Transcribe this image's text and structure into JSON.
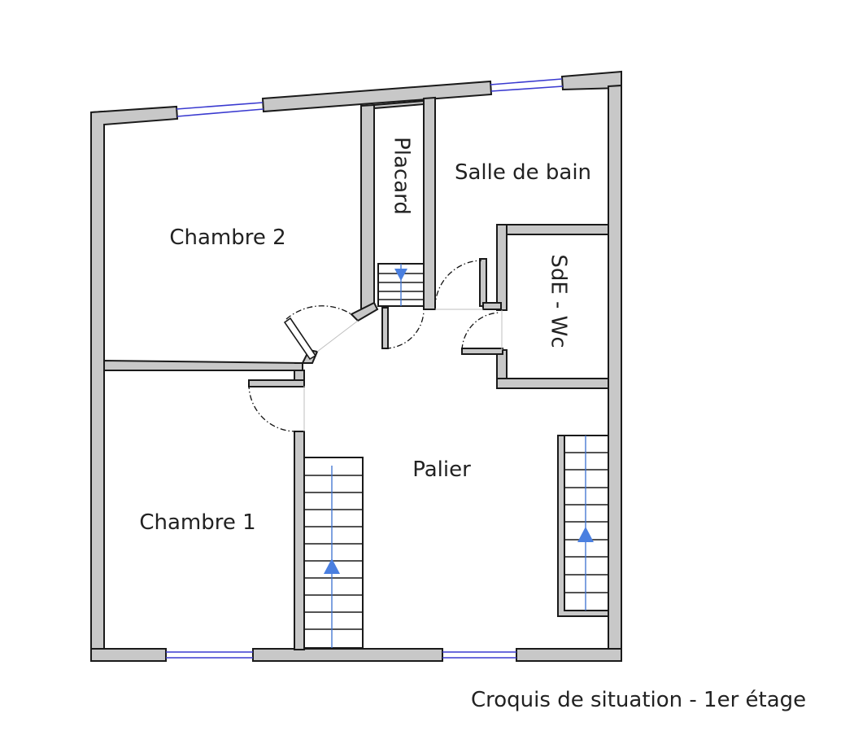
{
  "rooms": {
    "chambre2": "Chambre 2",
    "placard": "Placard",
    "salle_de_bain": "Salle de bain",
    "sde_wc": "SdE - Wc",
    "palier": "Palier",
    "chambre1": "Chambre 1"
  },
  "caption": "Croquis de situation - 1er étage",
  "colors": {
    "wall_fill": "#c8c8c8",
    "wall_stroke": "#1a1a1a",
    "window": "#3a3ad0",
    "stair_arrow": "#4a7fe0"
  }
}
